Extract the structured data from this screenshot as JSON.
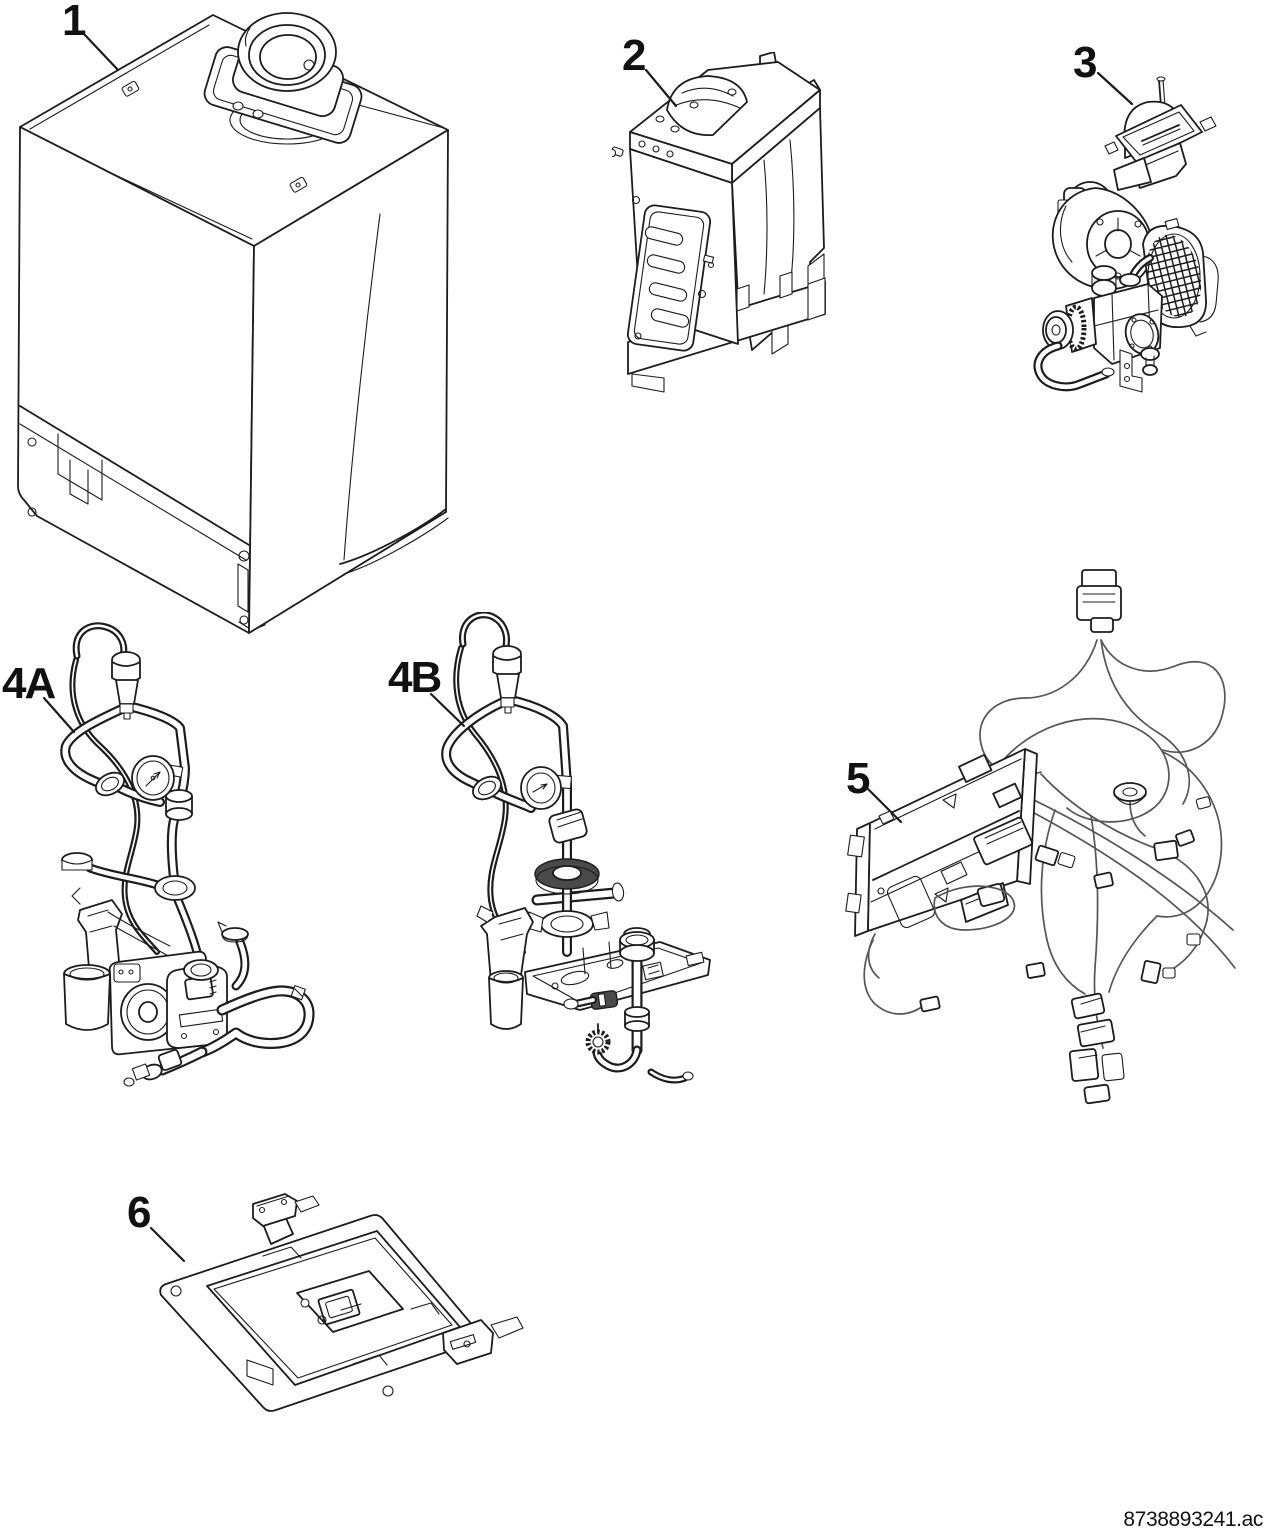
{
  "document": {
    "reference": "8738893241.ac"
  },
  "parts": [
    {
      "label": "1"
    },
    {
      "label": "2"
    },
    {
      "label": "3"
    },
    {
      "label": "4A"
    },
    {
      "label": "4B"
    },
    {
      "label": "5"
    },
    {
      "label": "6"
    }
  ],
  "colors": {
    "line": "#1c1c1c",
    "background": "#ffffff",
    "wire": "#555555"
  }
}
